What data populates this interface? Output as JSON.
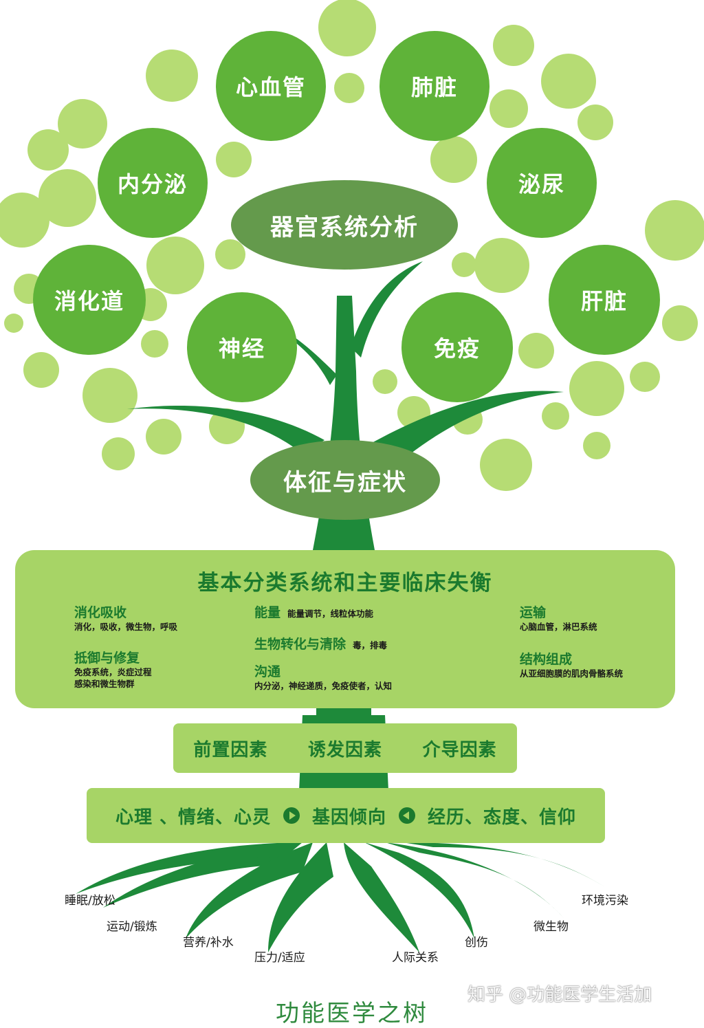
{
  "title": "功能医学之树",
  "watermark": "知乎 @功能医学生活加",
  "hub_top": "器官系统分析",
  "hub_bottom": "体征与症状",
  "organs": [
    "心血管",
    "肺脏",
    "内分泌",
    "泌尿",
    "消化道",
    "肝脏",
    "神经",
    "免疫"
  ],
  "panel": {
    "title": "基本分类系统和主要临床失衡",
    "categories": [
      {
        "name": "消化吸收",
        "desc": "消化，吸收，微生物，呼吸"
      },
      {
        "name": "抵御与修复",
        "desc": "免疫系统，炎症过程",
        "desc2": "感染和微生物群"
      },
      {
        "name": "能量",
        "desc": "能量调节，线粒体功能"
      },
      {
        "name": "生物转化与清除",
        "desc": "毒，排毒"
      },
      {
        "name": "沟通",
        "desc": "内分泌，神经递质，免疫使者，认知"
      },
      {
        "name": "运输",
        "desc": "心脑血管，淋巴系统"
      },
      {
        "name": "结构组成",
        "desc": "从亚细胞膜的肌肉骨骼系统"
      }
    ]
  },
  "factors": [
    "前置因素",
    "诱发因素",
    "介导因素"
  ],
  "base": {
    "left": "心理 、情绪、心灵",
    "center": "基因倾向",
    "right": "经历、态度、信仰"
  },
  "roots": [
    "睡眠/放松",
    "运动/锻炼",
    "营养/补水",
    "压力/适应",
    "人际关系",
    "创伤",
    "微生物",
    "环境污染"
  ],
  "colors": {
    "trunk": "#1e8a3a",
    "node": "#5fb339",
    "hub": "#649a4c",
    "light": "#a7d466",
    "text_dark_green": "#1b7a2e"
  }
}
